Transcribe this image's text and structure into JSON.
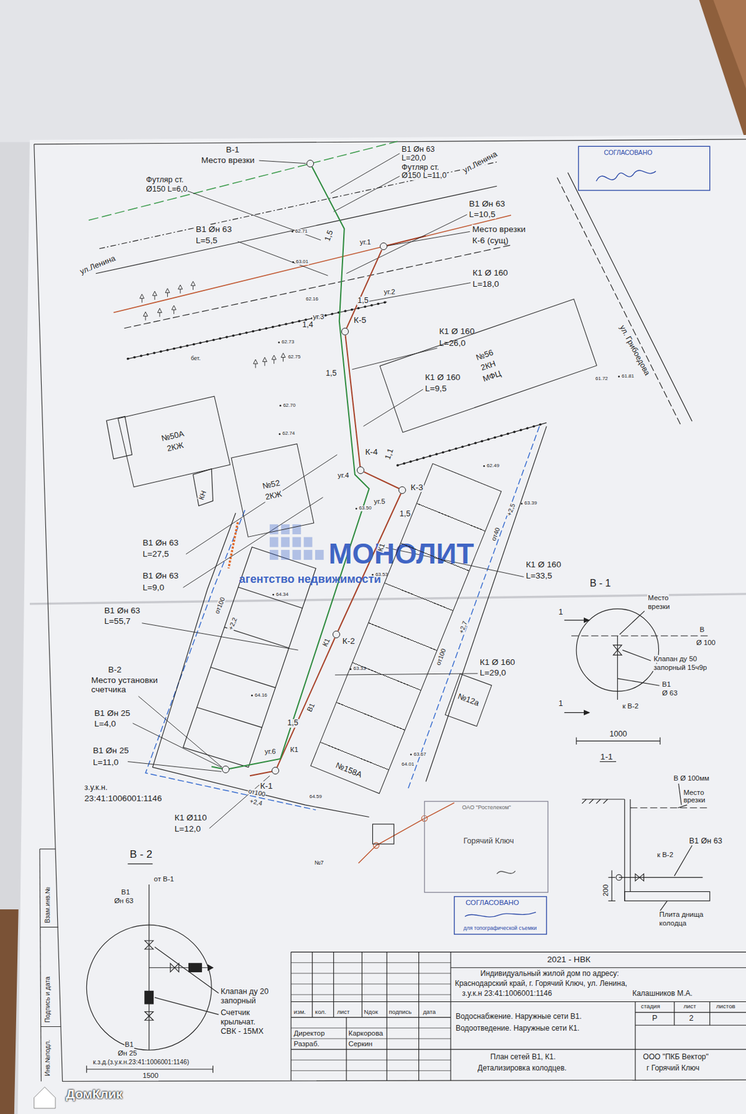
{
  "diagram": {
    "nodes": [
      {
        "text": [
          "№50А",
          "2КЖ"
        ]
      },
      {
        "text": [
          "№52",
          "2КЖ"
        ]
      },
      {
        "text": [
          "№56",
          "2КН",
          "МФЦ"
        ]
      },
      {
        "text": [
          "№158А"
        ]
      },
      {
        "text": [
          "№12а"
        ]
      },
      {
        "text": [
          "В-1",
          "Место врезки"
        ]
      },
      {
        "text": [
          "В-2",
          "Место установки счетчика"
        ]
      },
      {
        "text": [
          "Место врезки",
          "К-6 (сущ)"
        ]
      },
      {
        "text": [
          "К-5"
        ]
      },
      {
        "text": [
          "К-4"
        ]
      },
      {
        "text": [
          "К-3"
        ]
      },
      {
        "text": [
          "К-2"
        ]
      },
      {
        "text": [
          "К-1"
        ]
      }
    ],
    "edges": [
      {
        "from": 12,
        "to": 11,
        "arrow": "none"
      },
      {
        "from": 11,
        "to": 10,
        "arrow": "none"
      },
      {
        "from": 10,
        "to": 9,
        "arrow": "none"
      },
      {
        "from": 9,
        "to": 8,
        "arrow": "none"
      },
      {
        "from": 8,
        "to": 7,
        "arrow": "none"
      },
      {
        "from": 5,
        "to": 6,
        "arrow": "none"
      }
    ],
    "labels": [
      "В1 Øн 63",
      "L=20,0",
      "Футляр ст.",
      "Ø150 L=11,0",
      "ул.Ленина",
      "Футляр ст.",
      "Ø150 L=6,0",
      "В1 Øн 63",
      "L=10,5",
      "В1 Øн 63",
      "L=5,5",
      "ул.Ленина",
      "К1 Ø 160",
      "L=18,0",
      "уг.1",
      "уг.2",
      "уг.3",
      "уг.4",
      "уг.5",
      "уг.6",
      "К1 Ø 160",
      "L=26,0",
      "К1 Ø 160",
      "L=9,5",
      "ул. Грибоедова",
      "В1 Øн 63",
      "L=27,5",
      "В1 Øн 63",
      "L=9,0",
      "К1 Ø 160",
      "L=33,5",
      "В1 Øн 63",
      "L=55,7",
      "К1 Ø 160",
      "L=29,0",
      "В1 Øн 25",
      "L=4,0",
      "В1 Øн 25",
      "L=11,0",
      "з.у.к.н.",
      "23:41:1006001:1146",
      "К1 Ø110",
      "L=12,0",
      "В - 1",
      "Место",
      "врезки",
      "В",
      "Ø 100",
      "Клапан ду 50",
      "запорный 15ч9р",
      "В1",
      "Ø 63",
      "к В-2",
      "1000",
      "1",
      "1",
      "1-1",
      "В Ø 100мм",
      "Место",
      "врезки",
      "В1 Øн 63",
      "к В-2",
      "200",
      "Плита днища",
      "колодца",
      "В - 2",
      "от В-1",
      "В1",
      "Øн 63",
      "Клапан ду 20",
      "запорный",
      "Счетчик",
      "крыльчат.",
      "СВК - 15МХ",
      "В1",
      "Øн 25",
      "к.з.д.(з.у.к.н.23:41:1006001:1146)",
      "1500",
      "2021 - НВК",
      "Индивидуальный жилой дом по адресу:",
      "Краснодарский край, г. Горячий Ключ, ул. Ленина,",
      "з.у.к.н 23:41:1006001:1146",
      "Калашников М.А.",
      "изм.",
      "кол.",
      "лист",
      "Nдок",
      "подпись",
      "дата",
      "Директор",
      "Каркорова",
      "Разраб.",
      "Серкин",
      "Водоснабжение. Наружные сети В1.",
      "Водоотведение. Наружные сети К1.",
      "стадия",
      "лист",
      "листов",
      "Р",
      "2",
      "План сетей В1, К1.",
      "Детализировка колодцев.",
      "ООО \"ПКБ Вектор\"",
      "г Горячий Ключ",
      "Взам.инв.№",
      "Подпись и дата",
      "Инв.№подл.",
      "СОГЛАСОВАНО",
      "СОГЛАСОВАНО",
      "для топографической съемки",
      "ОАО \"Ростелеком\"",
      "МОНОЛИТ",
      "агентство недвижимости",
      "ДомКлик",
      "КН",
      "бет.",
      "1,5",
      "1,5",
      "1,5",
      "1,1",
      "1,5",
      "1,5",
      "1,4",
      "К1",
      "К1",
      "В1",
      "К1",
      "от100",
      "+2,2",
      "от100",
      "+2,7",
      "от40",
      "+2,5",
      "от100",
      "+2,4",
      "62.71",
      "63.01",
      "62.73",
      "62.75",
      "62.70",
      "62.74",
      "63.50",
      "63.53",
      "63.33",
      "64.34",
      "64.16",
      "64.59",
      "61.81",
      "61.72",
      "62.49",
      "63.39",
      "63.67",
      "64.01",
      "62.16",
      "№7",
      "Горячий Ключ"
    ]
  }
}
